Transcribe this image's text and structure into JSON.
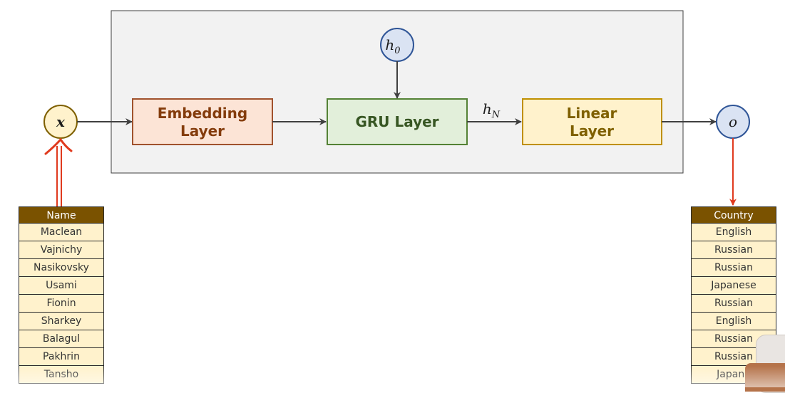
{
  "diagram": {
    "input_node": "x",
    "output_node": "o",
    "h0": {
      "base": "h",
      "sub": "0"
    },
    "hN": {
      "base": "h",
      "sub": "N"
    },
    "embedding": {
      "line1": "Embedding",
      "line2": "Layer"
    },
    "gru": {
      "label": "GRU Layer"
    },
    "linear": {
      "line1": "Linear",
      "line2": "Layer"
    }
  },
  "colors": {
    "container_fill": "#f2f2f2",
    "embedding_fill": "#fce4d6",
    "embedding_stroke": "#a0522d",
    "embedding_text": "#843c0c",
    "gru_fill": "#e2efda",
    "gru_stroke": "#548235",
    "gru_text": "#375623",
    "linear_fill": "#fff2cc",
    "linear_stroke": "#bf9000",
    "linear_text": "#7f6000",
    "x_node_fill": "#fff2cc",
    "x_node_stroke": "#7f6000",
    "node_fill": "#dae3f3",
    "node_stroke": "#2f5597",
    "annotation": "#e03a1e",
    "table_header": "#7a5200",
    "table_cell": "#fff2cc"
  },
  "name_table": {
    "header": "Name",
    "rows": [
      "Maclean",
      "Vajnichy",
      "Nasikovsky",
      "Usami",
      "Fionin",
      "Sharkey",
      "Balagul",
      "Pakhrin",
      "Tansho"
    ]
  },
  "country_table": {
    "header": "Country",
    "rows": [
      "English",
      "Russian",
      "Russian",
      "Japanese",
      "Russian",
      "English",
      "Russian",
      "Russian",
      "Japane"
    ]
  }
}
